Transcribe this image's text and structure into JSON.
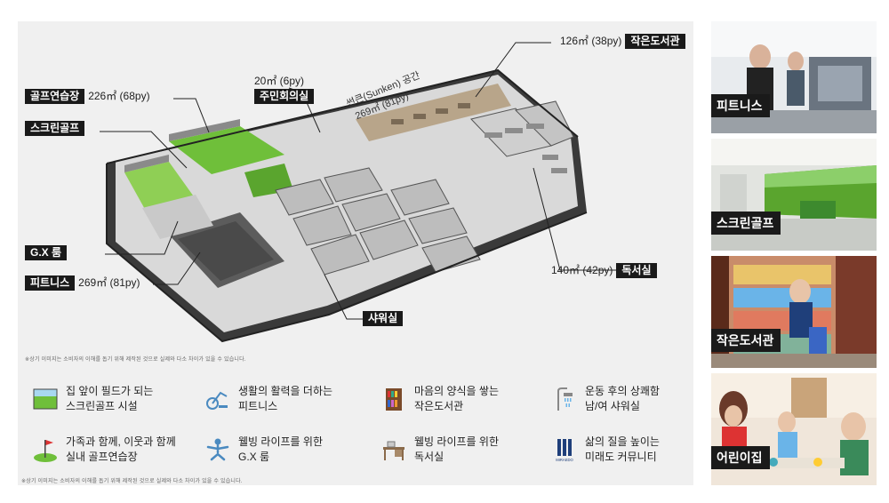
{
  "floorplan": {
    "labels": {
      "golf_practice": "골프연습장",
      "golf_practice_area": "226㎡ (68py)",
      "screen_golf": "스크린골프",
      "gx_room": "G.X 룸",
      "fitness": "피트니스",
      "fitness_area": "269㎡ (81py)",
      "resident_area": "20㎡ (6py)",
      "resident_room": "주민회의실",
      "sunken_1": "썬큰(Sunken) 공간",
      "sunken_2": "269㎡ (81py)",
      "library_area": "126㎡ (38py)",
      "library": "작은도서관",
      "reading_area": "140㎡ (42py)",
      "reading": "독서실",
      "shower": "샤워실"
    },
    "note": "※상기 이미지는 소비자의 이해를 돕기 위해 제작된 것으로 실제와 다소 차이가 있을 수 있습니다."
  },
  "features": [
    {
      "icon": "screen-golf-icon",
      "line1": "집 앞이 필드가 되는",
      "line2": "스크린골프 시설"
    },
    {
      "icon": "fitness-icon",
      "line1": "생활의 활력을 더하는",
      "line2": "피트니스"
    },
    {
      "icon": "bookshelf-icon",
      "line1": "마음의 양식을 쌓는",
      "line2": "작은도서관"
    },
    {
      "icon": "shower-icon",
      "line1": "운동 후의 상쾌함",
      "line2": "남/여 샤워실"
    },
    {
      "icon": "golf-flag-icon",
      "line1": "가족과 함께, 이웃과 함께",
      "line2": "실내 골프연습장"
    },
    {
      "icon": "yoga-icon",
      "line1": "웰빙 라이프를 위한",
      "line2": "G.X 룸"
    },
    {
      "icon": "desk-icon",
      "line1": "웰빙 라이프를 위한",
      "line2": "독서실"
    },
    {
      "icon": "miraedo-logo-icon",
      "logo_text": "MIRAEDO",
      "line1": "삶의 질을 높이는",
      "line2": "미래도 커뮤니티"
    }
  ],
  "bottom_note": "※상기 이미지는 소비자의 이해를 돕기 위해 제작된 것으로 실제와 다소 차이가 있을 수 있습니다.",
  "photos": [
    {
      "caption": "피트니스"
    },
    {
      "caption": "스크린골프"
    },
    {
      "caption": "작은도서관"
    },
    {
      "caption": "어린이집"
    }
  ]
}
